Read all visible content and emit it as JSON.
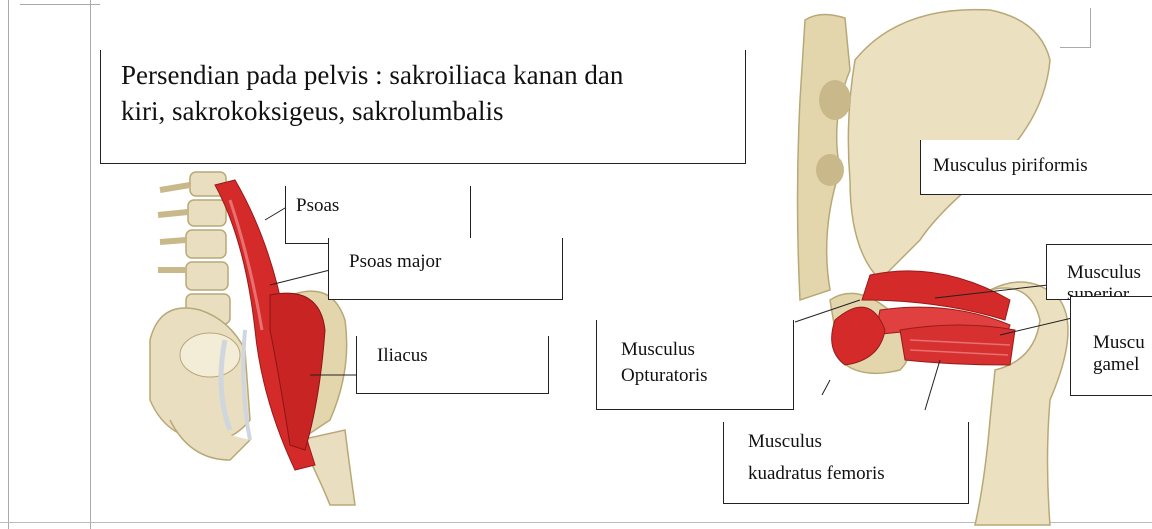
{
  "title": {
    "line1": "Persendian pada pelvis : sakroiliaca kanan dan",
    "line2": "kiri, sakrokoksigeus, sakrolumbalis"
  },
  "left_labels": {
    "psoas": "Psoas",
    "psoas_major": "Psoas major",
    "iliacus": "Iliacus"
  },
  "right_labels": {
    "piriformis": "Musculus piriformis",
    "superior_line1": "Musculus",
    "superior_line2": "superior",
    "gamel_line1": "Muscu",
    "gamel_line2": "gamel",
    "opturatoris_line1": "Musculus",
    "opturatoris_line2": "Opturatoris",
    "kuadratus_line1": "Musculus",
    "kuadratus_line2": "kuadratus femoris"
  },
  "colors": {
    "bone": "#e8ddb8",
    "bone_shadow": "#c9b98a",
    "muscle": "#d42a2a",
    "muscle_light": "#e86a6a",
    "tendon": "#cfd6de"
  }
}
